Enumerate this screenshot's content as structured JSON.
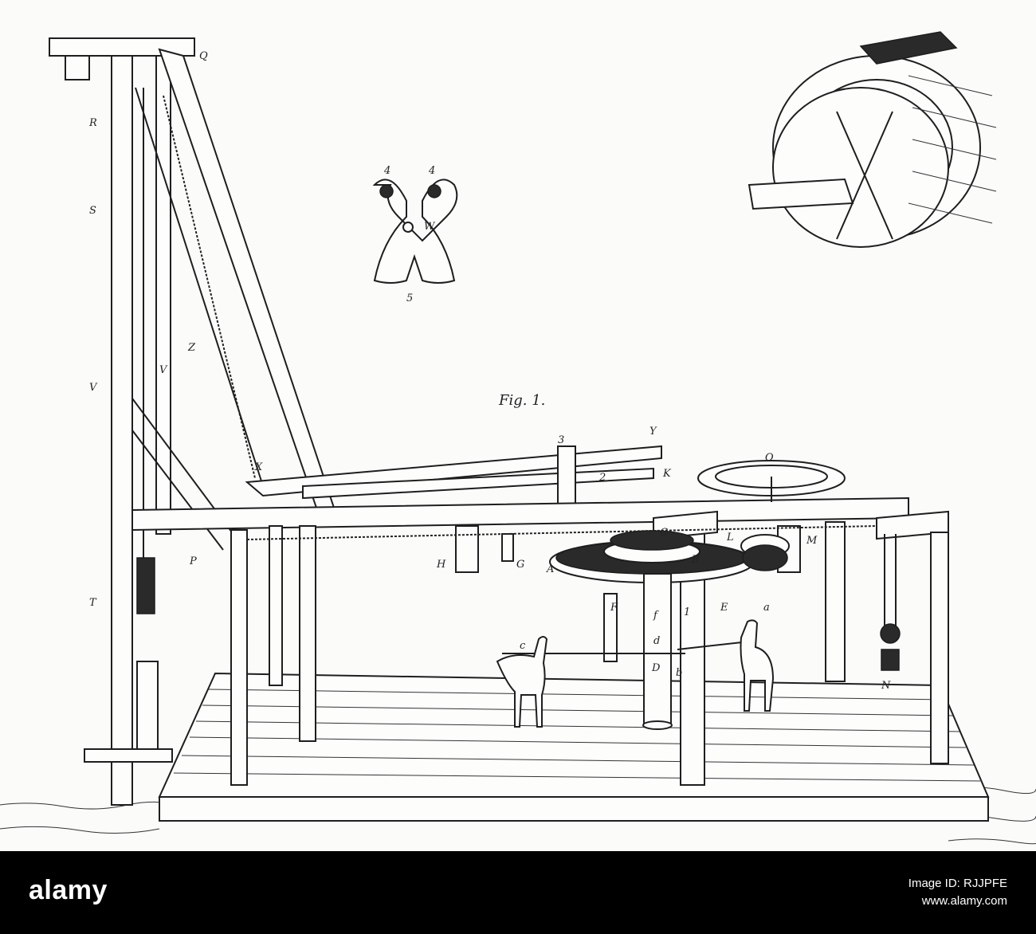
{
  "figure": {
    "caption": "Fig. 1.",
    "labels": {
      "Q": "Q",
      "R": "R",
      "S": "S",
      "V": "V",
      "V2": "V",
      "T": "T",
      "Z": "Z",
      "X": "X",
      "Y": "Y",
      "P": "P",
      "H": "H",
      "G": "G",
      "A": "A",
      "B": "B",
      "C": "C",
      "L": "L",
      "M": "M",
      "O": "O",
      "K": "K",
      "E": "E",
      "F": "F",
      "f": "f",
      "D": "D",
      "d": "d",
      "b": "b",
      "c": "c",
      "a": "a",
      "N": "N",
      "W": "W",
      "n1": "1",
      "n2": "2",
      "n3": "3",
      "n4a": "4",
      "n4b": "4",
      "n5": "5"
    }
  },
  "watermark": {
    "logo": "alamy",
    "image_id": "Image ID: RJJPFE",
    "site": "www.alamy.com"
  }
}
